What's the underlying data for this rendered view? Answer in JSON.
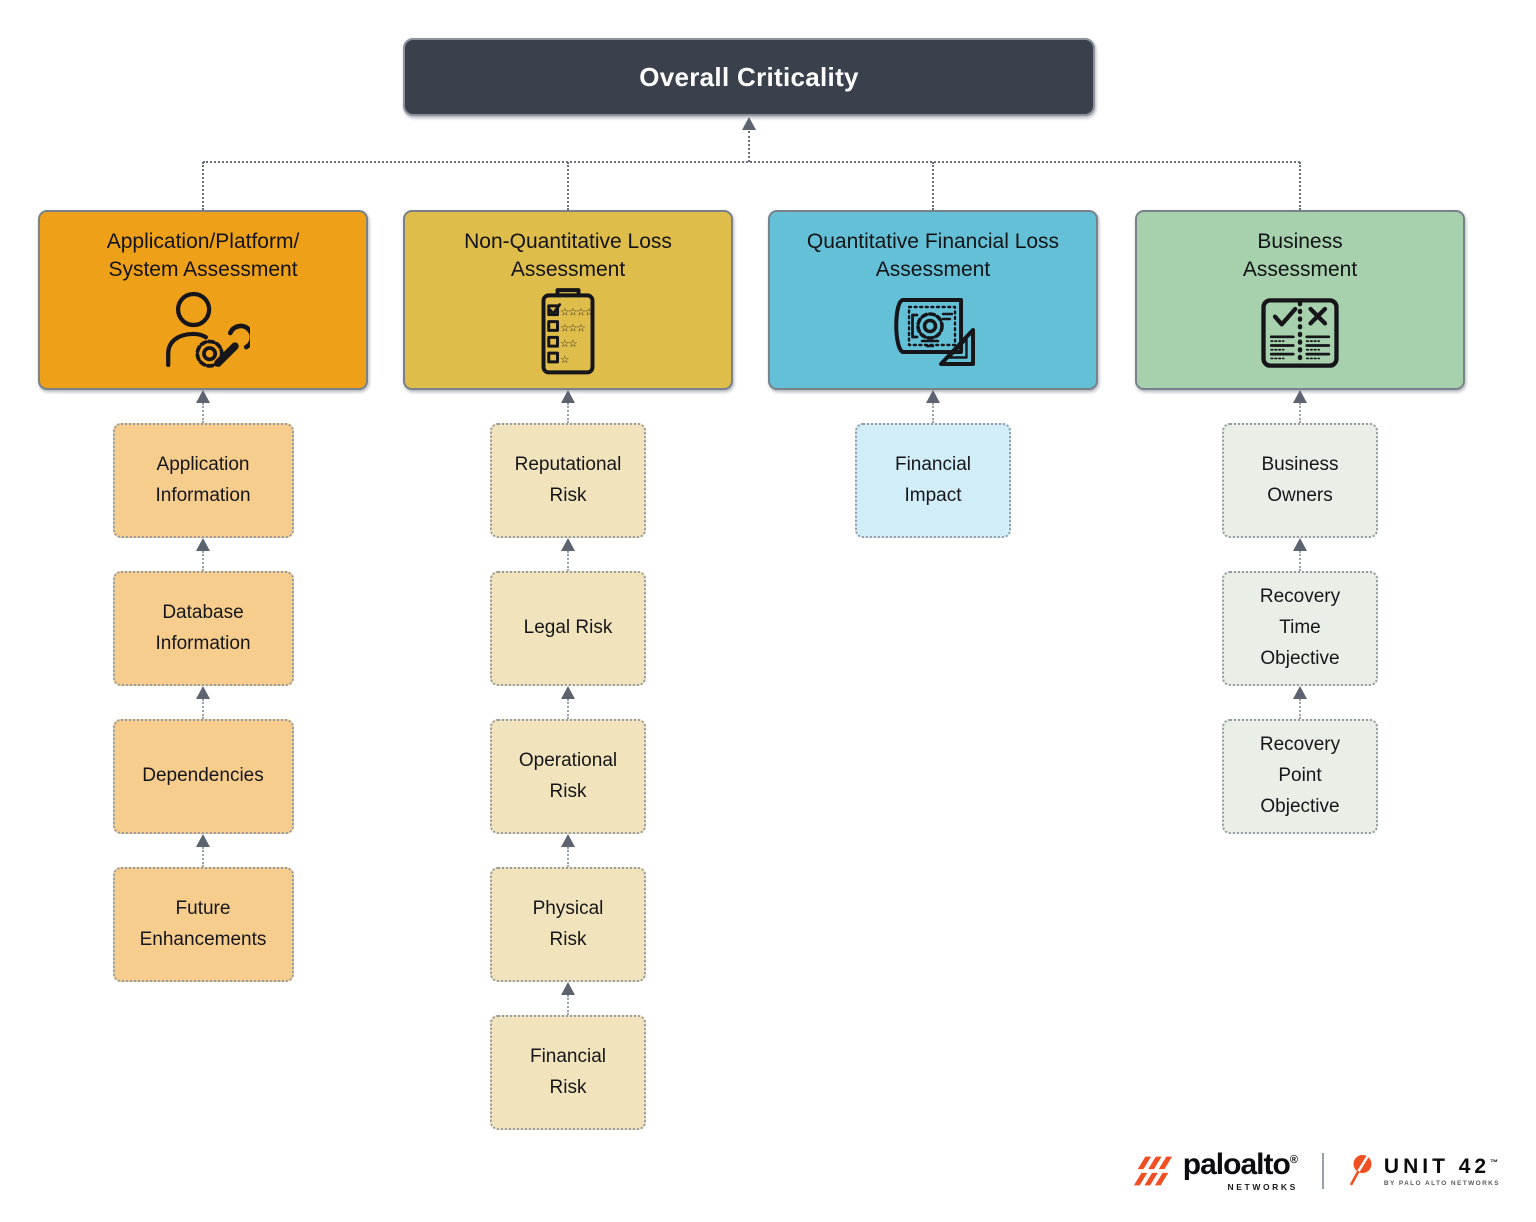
{
  "root": {
    "label": "Overall Criticality",
    "bg_color": "#3A414C"
  },
  "columns": [
    {
      "title_line1": "Application/Platform/",
      "title_line2": "System Assessment",
      "icon": "technician-wrench-gear-icon",
      "header_color": "#EEA019",
      "child_color": "#F6CD8D",
      "children": [
        {
          "label": "Application\nInformation"
        },
        {
          "label": "Database\nInformation"
        },
        {
          "label": "Dependencies"
        },
        {
          "label": "Future\nEnhancements"
        }
      ]
    },
    {
      "title_line1": "Non-Quantitative Loss",
      "title_line2": "Assessment",
      "icon": "rating-checklist-stars-icon",
      "header_color": "#DFBD4B",
      "child_color": "#F1E4BC",
      "children": [
        {
          "label": "Reputational\nRisk"
        },
        {
          "label": "Legal Risk"
        },
        {
          "label": "Operational\nRisk"
        },
        {
          "label": "Physical\nRisk"
        },
        {
          "label": "Financial\nRisk"
        }
      ]
    },
    {
      "title_line1": "Quantitative Financial Loss",
      "title_line2": "Assessment",
      "icon": "blueprint-gear-ruler-icon",
      "header_color": "#64C0D6",
      "child_color": "#D1EDF8",
      "children": [
        {
          "label": "Financial\nImpact"
        }
      ]
    },
    {
      "title_line1": "Business",
      "title_line2": "Assessment",
      "icon": "pros-cons-checklist-icon",
      "header_color": "#A7D0AC",
      "child_color": "#E9EFE6",
      "children": [
        {
          "label": "Business\nOwners"
        },
        {
          "label": "Recovery\nTime\nObjective"
        },
        {
          "label": "Recovery\nPoint\nObjective"
        }
      ]
    }
  ],
  "footer": {
    "paloalto_wordmark": "paloalto",
    "paloalto_reg": "®",
    "paloalto_sub": "NETWORKS",
    "unit42_wordmark": "UNIT 42",
    "unit42_tm": "™",
    "unit42_sub": "BY PALO ALTO NETWORKS",
    "brand_color": "#F04E23"
  }
}
